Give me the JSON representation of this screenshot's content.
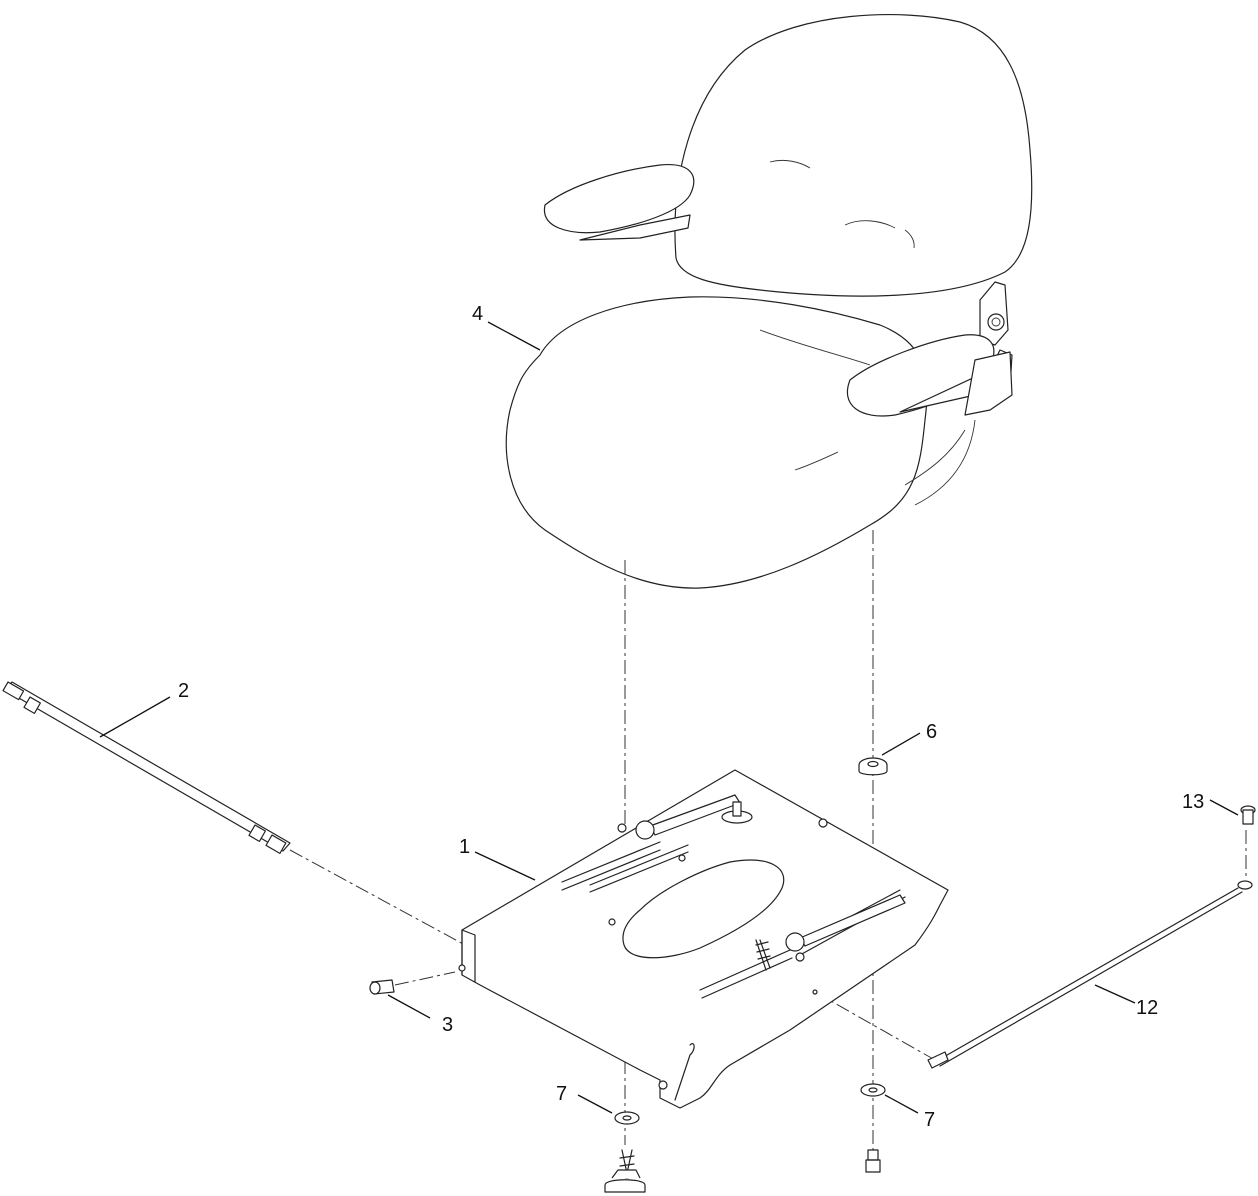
{
  "figure": {
    "callouts": [
      {
        "id": "callout-1",
        "label": "1"
      },
      {
        "id": "callout-2",
        "label": "2"
      },
      {
        "id": "callout-3",
        "label": "3"
      },
      {
        "id": "callout-4",
        "label": "4"
      },
      {
        "id": "callout-6",
        "label": "6"
      },
      {
        "id": "callout-7-left",
        "label": "7"
      },
      {
        "id": "callout-7-right",
        "label": "7"
      },
      {
        "id": "callout-12",
        "label": "12"
      },
      {
        "id": "callout-13",
        "label": "13"
      }
    ]
  }
}
